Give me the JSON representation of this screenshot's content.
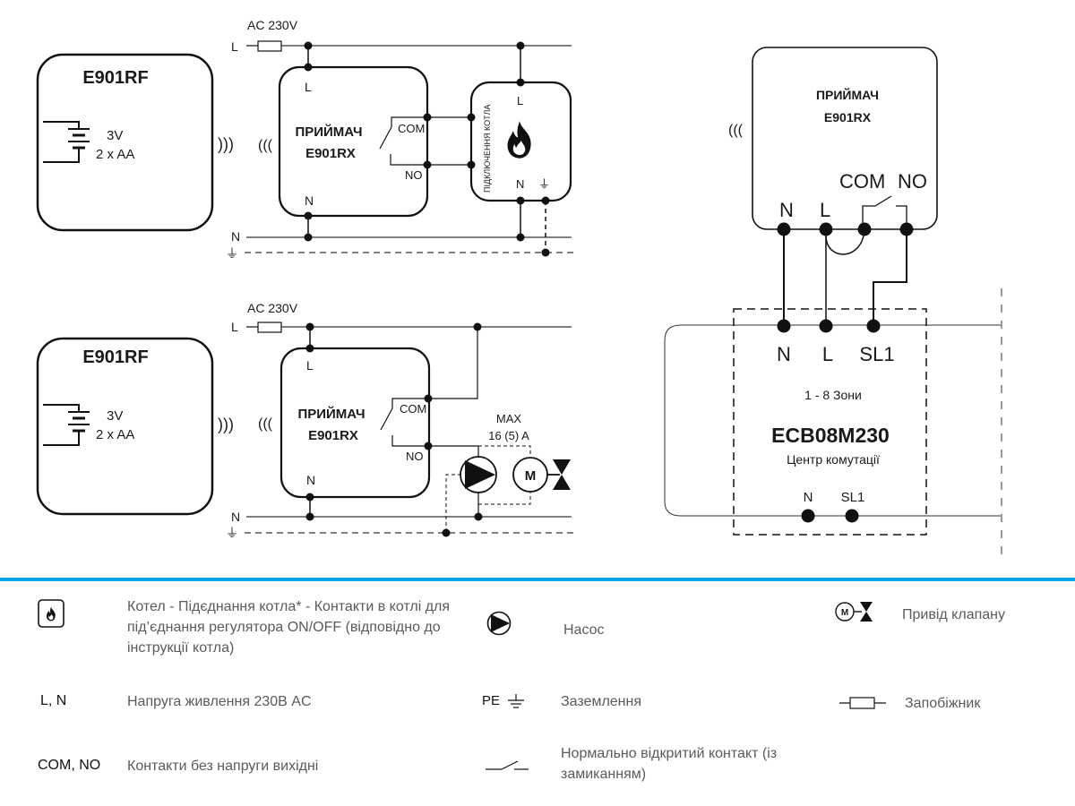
{
  "colors": {
    "accent": "#00a4e4",
    "ink": "#1a1a1a",
    "legend_text": "#5a5a5a"
  },
  "diagram1": {
    "supply_label": "AC 230V",
    "line_L": "L",
    "line_N": "N",
    "thermostat": {
      "title": "E901RF",
      "battery_voltage": "3V",
      "battery_type": "2 x AA"
    },
    "receiver": {
      "title": "ПРИЙМАЧ",
      "model": "E901RX",
      "term_L": "L",
      "term_N": "N",
      "term_COM": "COM",
      "term_NO": "NO"
    },
    "boiler": {
      "vertical_label": "ПІДКЛЮЧЕННЯ КОТЛА",
      "term_L": "L",
      "term_N": "N",
      "icon": "flame-icon"
    }
  },
  "diagram2": {
    "supply_label": "AC 230V",
    "line_L": "L",
    "line_N": "N",
    "thermostat": {
      "title": "E901RF",
      "battery_voltage": "3V",
      "battery_type": "2 x AA"
    },
    "receiver": {
      "title": "ПРИЙМАЧ",
      "model": "E901RX",
      "term_L": "L",
      "term_N": "N",
      "term_COM": "COM",
      "term_NO": "NO"
    },
    "load_max_label": "MAX",
    "load_max_value": "16 (5) A",
    "motor_label": "M"
  },
  "diagram3": {
    "receiver": {
      "title": "ПРИЙМАЧ",
      "model": "E901RX",
      "term_N": "N",
      "term_L": "L",
      "term_COM": "COM",
      "term_NO": "NO"
    },
    "hub": {
      "top_terms": [
        "N",
        "L",
        "SL1"
      ],
      "zones": "1 - 8 Зони",
      "model": "ECB08M230",
      "subtitle": "Центр комутації",
      "bottom_terms": [
        "N",
        "SL1"
      ]
    }
  },
  "legend": {
    "items": [
      {
        "symbol": "boiler-flame-icon",
        "text": "Котел - Підєднання котла* - Контакти в котлі для під’єднання регулятора ON/OFF (відповідно до інструкції котла)"
      },
      {
        "symbol": "pump-icon",
        "text": "Насос"
      },
      {
        "symbol": "valve-actuator-icon",
        "symbol_label": "M",
        "text": "Привід клапану"
      },
      {
        "symbol_label": "L, N",
        "text": "Напруга живлення 230В AC"
      },
      {
        "symbol_label": "PE",
        "symbol": "ground-icon",
        "text": "Заземлення"
      },
      {
        "symbol": "fuse-icon",
        "text": "Запобіжник"
      },
      {
        "symbol_label": "COM, NO",
        "text": "Контакти без напруги вихідні"
      },
      {
        "symbol": "no-contact-icon",
        "text": "Нормально відкритий контакт (із замиканням)"
      }
    ]
  }
}
